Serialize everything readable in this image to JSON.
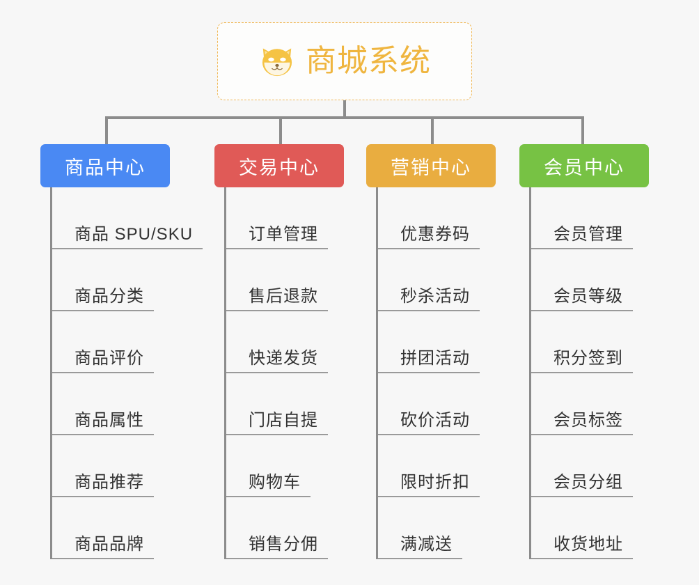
{
  "root": {
    "title": "商城系统",
    "icon": "shiba-dog-face-emoji",
    "border_color": "#f0b857",
    "text_color": "#efb53f"
  },
  "connector": {
    "color": "#8c8c8c"
  },
  "branches": [
    {
      "label": "商品中心",
      "color": "#4a89f3",
      "color_name": "blue",
      "items": [
        {
          "label": "商品 SPU/SKU"
        },
        {
          "label": "商品分类"
        },
        {
          "label": "商品评价"
        },
        {
          "label": "商品属性"
        },
        {
          "label": "商品推荐"
        },
        {
          "label": "商品品牌"
        }
      ]
    },
    {
      "label": "交易中心",
      "color": "#e05a57",
      "color_name": "red",
      "items": [
        {
          "label": "订单管理"
        },
        {
          "label": "售后退款"
        },
        {
          "label": "快递发货"
        },
        {
          "label": "门店自提"
        },
        {
          "label": "购物车"
        },
        {
          "label": "销售分佣"
        }
      ]
    },
    {
      "label": "营销中心",
      "color": "#e9ad40",
      "color_name": "orange",
      "items": [
        {
          "label": "优惠券码"
        },
        {
          "label": "秒杀活动"
        },
        {
          "label": "拼团活动"
        },
        {
          "label": "砍价活动"
        },
        {
          "label": "限时折扣"
        },
        {
          "label": "满减送"
        }
      ]
    },
    {
      "label": "会员中心",
      "color": "#77c244",
      "color_name": "green",
      "items": [
        {
          "label": "会员管理"
        },
        {
          "label": "会员等级"
        },
        {
          "label": "积分签到"
        },
        {
          "label": "会员标签"
        },
        {
          "label": "会员分组"
        },
        {
          "label": "收货地址"
        }
      ]
    }
  ]
}
